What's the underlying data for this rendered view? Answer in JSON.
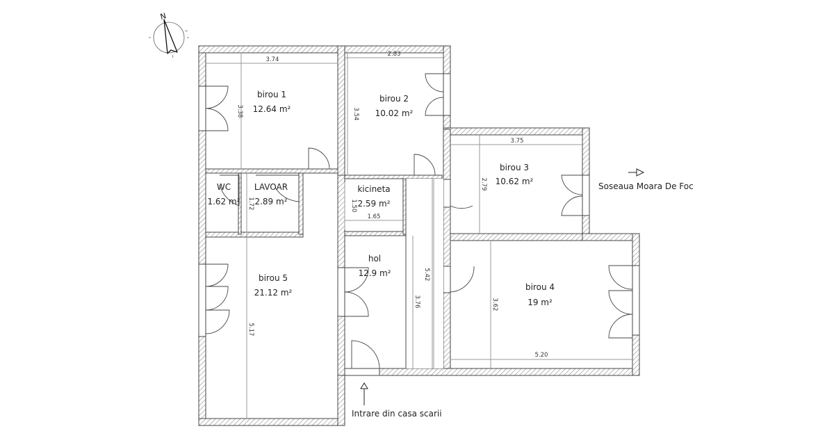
{
  "plan": {
    "compass": {
      "label": "N"
    },
    "rooms": [
      {
        "id": "birou1",
        "name": "birou 1",
        "area": "12.64 m²",
        "dims": [
          "3.74",
          "3.38"
        ]
      },
      {
        "id": "birou2",
        "name": "birou 2",
        "area": "10.02 m²",
        "dims": [
          "2.83",
          "3.54"
        ]
      },
      {
        "id": "birou3",
        "name": "birou 3",
        "area": "10.62 m²",
        "dims": [
          "3.75",
          "2.79"
        ]
      },
      {
        "id": "wc",
        "name": "WC",
        "area": "1.62 m²",
        "dims": []
      },
      {
        "id": "lavoar",
        "name": "LAVOAR",
        "area": "2.89 m²",
        "dims": [
          "1.72"
        ]
      },
      {
        "id": "kicineta",
        "name": "kicineta",
        "area": "2.59 m²",
        "dims": [
          "1.50",
          "1.65"
        ]
      },
      {
        "id": "hol",
        "name": "hol",
        "area": "12.9 m²",
        "dims": [
          "3.76",
          "5.42"
        ]
      },
      {
        "id": "birou4",
        "name": "birou 4",
        "area": "19 m²",
        "dims": [
          "3.62",
          "5.20"
        ]
      },
      {
        "id": "birou5",
        "name": "birou 5",
        "area": "21.12 m²",
        "dims": [
          "5.17"
        ]
      }
    ],
    "annotations": {
      "street": "Soseaua Moara De Foc",
      "entrance": "Intrare din casa scarii"
    },
    "colors": {
      "wall": "#444444",
      "hatch": "#8a8a8a",
      "dim_line": "#9a9a9a",
      "background": "#ffffff"
    }
  }
}
